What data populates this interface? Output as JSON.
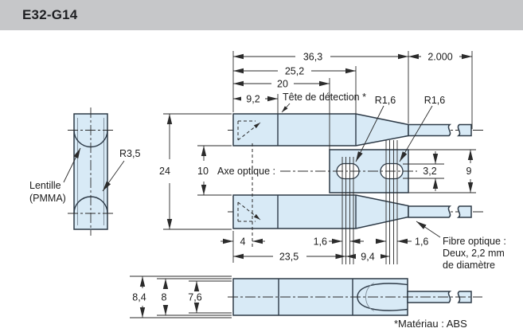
{
  "header": {
    "title": "E32-G14"
  },
  "main_view": {
    "dims": {
      "overall_width": "36,3",
      "fiber_length": "2.000",
      "body_width": "25,2",
      "head_width": "20",
      "lens_offset": "9,2",
      "height": "24",
      "slot_width": "10",
      "hole_height": "3,2",
      "block_height": "9",
      "lens_from_edge": "4",
      "hole_width_left": "1,6",
      "body_length": "23,5",
      "hole_pitch": "9,4",
      "hole_width_right": "1,6"
    },
    "labels": {
      "detection_head": "Tête de détection *",
      "radius_left": "R1,6",
      "radius_right": "R1,6",
      "optical_axis": "Axe optique :",
      "fiber_note_1": "Fibre optique :",
      "fiber_note_2": "Deux, 2,2 mm",
      "fiber_note_3": "de diamètre"
    }
  },
  "side_view": {
    "labels": {
      "lens_1": "Lentille",
      "lens_2": "(PMMA)",
      "lens_radius": "R3,5"
    }
  },
  "bottom_view": {
    "dims": {
      "outer": "8,4",
      "mid": "8",
      "inner": "7,6"
    }
  },
  "footnote": {
    "material": "*Matériau : ABS"
  },
  "colors": {
    "header_bg": "#c6c7c9",
    "part_fill": "#d8eaf6",
    "part_line": "#2d3a47",
    "dim_line": "#2b2b2b"
  }
}
